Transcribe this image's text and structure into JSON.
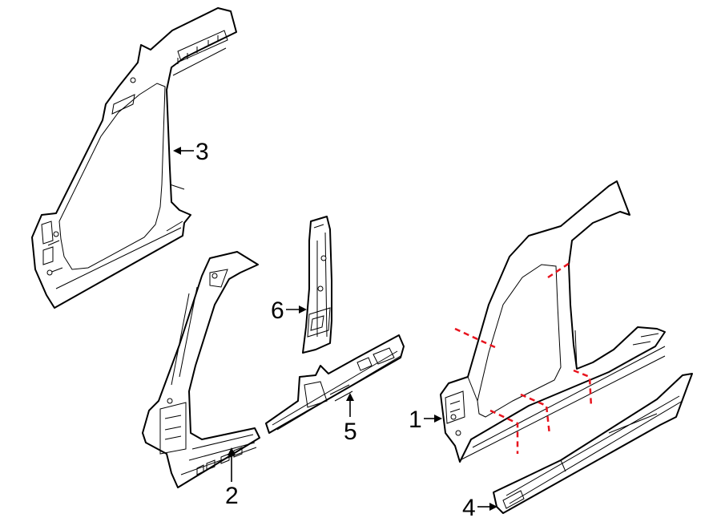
{
  "callouts": {
    "c1": "1",
    "c2": "2",
    "c3": "3",
    "c4": "4",
    "c5": "5",
    "c6": "6"
  },
  "colors": {
    "line": "#000000",
    "cut_line": "#e8141e",
    "background": "#ffffff"
  }
}
